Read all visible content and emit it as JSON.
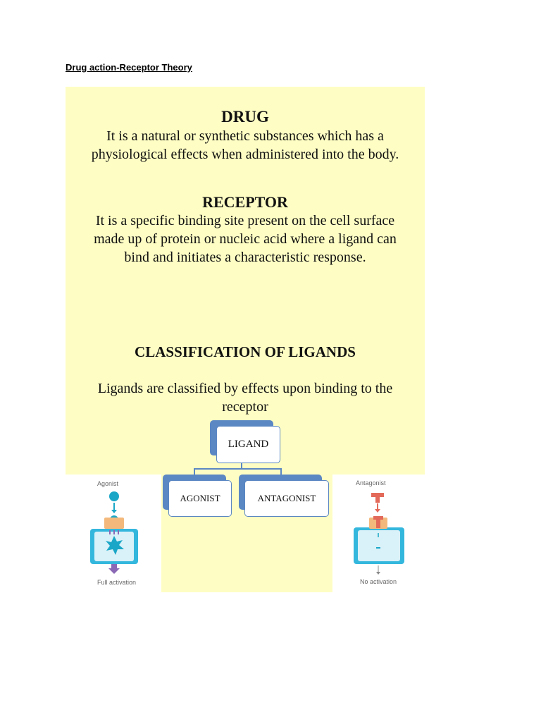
{
  "document": {
    "heading": "Drug action-Receptor Theory"
  },
  "drug": {
    "title": "DRUG",
    "line1": "It is a natural or synthetic substances which has a",
    "line2": "physiological effects when administered into the body."
  },
  "receptor": {
    "title": "RECEPTOR",
    "line1": "It is a specific binding site present on the cell surface",
    "line2": "made up of protein or nucleic acid where a ligand can",
    "line3": "bind and initiates a characteristic response."
  },
  "classification": {
    "title": "CLASSIFICATION OF LIGANDS",
    "line1": "Ligands are classified by effects upon binding to the",
    "line2": "receptor"
  },
  "diagram": {
    "root": "LIGAND",
    "left": "AGONIST",
    "right": "ANTAGONIST"
  },
  "agonist_illustration": {
    "label": "Agonist",
    "caption": "Full activation"
  },
  "antagonist_illustration": {
    "label": "Antagonist",
    "caption": "No activation"
  },
  "colors": {
    "panel": "#fefec4",
    "box_accent": "#5b87c3",
    "agonist": "#1aa7c7",
    "receptor": "#f3b97c",
    "antagonist": "#e36a5a",
    "activation_arrow": "#8b68b5"
  }
}
